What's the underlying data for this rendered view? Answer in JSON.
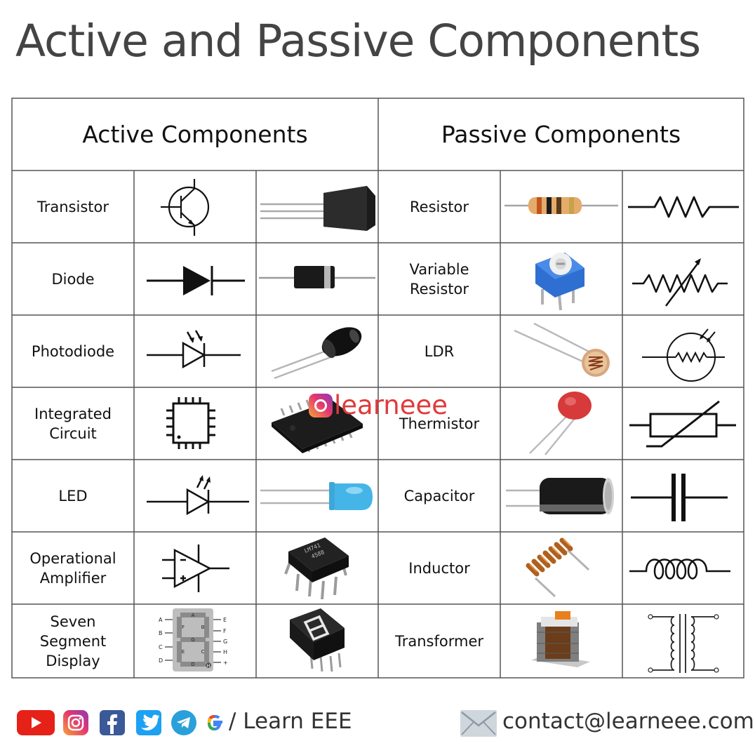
{
  "title": "Active and Passive Components",
  "headers": {
    "active": "Active Components",
    "passive": "Passive Components"
  },
  "active": [
    {
      "name": "Transistor",
      "symbol": "transistor-symbol-icon",
      "photo": "transistor-photo"
    },
    {
      "name": "Diode",
      "symbol": "diode-symbol-icon",
      "photo": "diode-photo"
    },
    {
      "name": "Photodiode",
      "symbol": "photodiode-symbol-icon",
      "photo": "photodiode-photo"
    },
    {
      "name": "Integrated\nCircuit",
      "symbol": "ic-symbol-icon",
      "photo": "ic-photo"
    },
    {
      "name": "LED",
      "symbol": "led-symbol-icon",
      "photo": "led-photo"
    },
    {
      "name": "Operational\nAmplifier",
      "symbol": "opamp-symbol-icon",
      "photo": "opamp-photo"
    },
    {
      "name": "Seven\nSegment\nDisplay",
      "symbol": "seven-segment-symbol-icon",
      "photo": "seven-segment-photo"
    }
  ],
  "passive": [
    {
      "name": "Resistor",
      "photo": "resistor-photo",
      "symbol": "resistor-symbol-icon"
    },
    {
      "name": "Variable\nResistor",
      "photo": "variable-resistor-photo",
      "symbol": "variable-resistor-symbol-icon"
    },
    {
      "name": "LDR",
      "photo": "ldr-photo",
      "symbol": "ldr-symbol-icon"
    },
    {
      "name": "Thermistor",
      "photo": "thermistor-photo",
      "symbol": "thermistor-symbol-icon"
    },
    {
      "name": "Capacitor",
      "photo": "capacitor-photo",
      "symbol": "capacitor-symbol-icon"
    },
    {
      "name": "Inductor",
      "photo": "inductor-photo",
      "symbol": "inductor-symbol-icon"
    },
    {
      "name": "Transformer",
      "photo": "transformer-photo",
      "symbol": "transformer-symbol-icon"
    }
  ],
  "seven_segment_pins": {
    "left": [
      "A",
      "B",
      "C",
      "D"
    ],
    "right": [
      "E",
      "F",
      "G",
      "H",
      "+"
    ],
    "segments": [
      "A",
      "F",
      "B",
      "G",
      "E",
      "C",
      "D",
      "H"
    ]
  },
  "opamp_signs": {
    "minus": "-",
    "plus": "+"
  },
  "watermark": "learneee",
  "footer": {
    "social_icons": [
      "youtube-icon",
      "instagram-icon",
      "facebook-icon",
      "twitter-icon",
      "telegram-icon",
      "google-icon"
    ],
    "learn": "/ Learn EEE",
    "contact": "contact@learneee.com",
    "colors": {
      "youtube": "#e62117",
      "facebook": "#3b5998",
      "twitter": "#1da1f2",
      "telegram": "#2aa0da"
    }
  }
}
